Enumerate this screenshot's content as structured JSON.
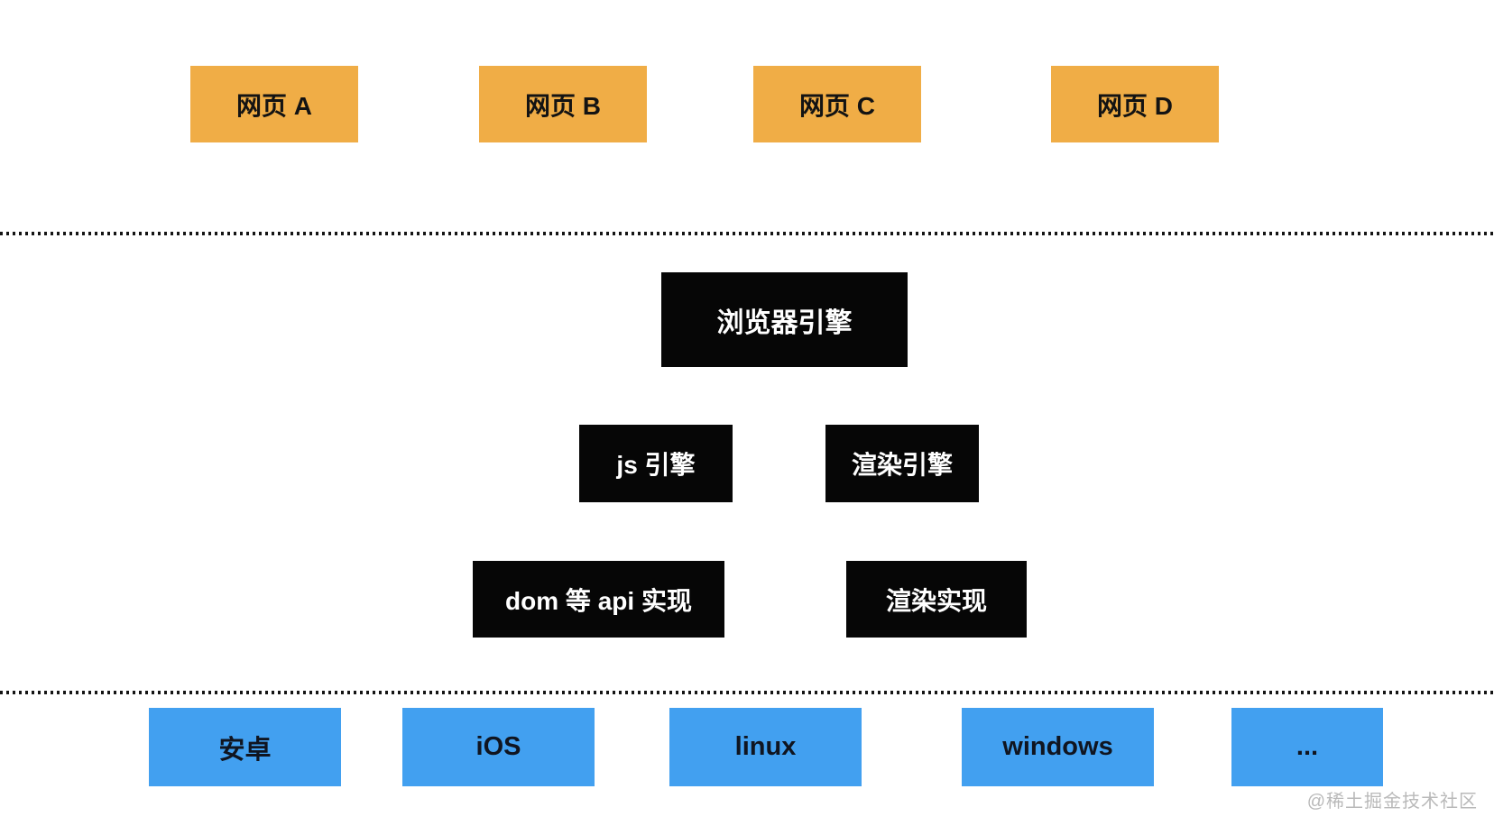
{
  "diagram": {
    "title_implied": "browser-architecture-layers",
    "pages": [
      {
        "label": "网页 A"
      },
      {
        "label": "网页 B"
      },
      {
        "label": "网页 C"
      },
      {
        "label": "网页 D"
      }
    ],
    "browser_engine": {
      "label": "浏览器引擎"
    },
    "engines": [
      {
        "label": "js 引擎"
      },
      {
        "label": "渲染引擎"
      }
    ],
    "implementations": [
      {
        "label": "dom 等 api 实现"
      },
      {
        "label": "渲染实现"
      }
    ],
    "platforms": [
      {
        "label": "安卓"
      },
      {
        "label": "iOS"
      },
      {
        "label": "linux"
      },
      {
        "label": "windows"
      },
      {
        "label": "..."
      }
    ],
    "colors": {
      "page_box": "#f0ad46",
      "engine_box": "#060606",
      "platform_box": "#42a0f0",
      "dark_text": "#131313",
      "light_text": "#ffffff",
      "separator_dots": "#151515"
    }
  },
  "watermark": {
    "text": "@稀土掘金技术社区",
    "color": "#b9b9b9"
  }
}
